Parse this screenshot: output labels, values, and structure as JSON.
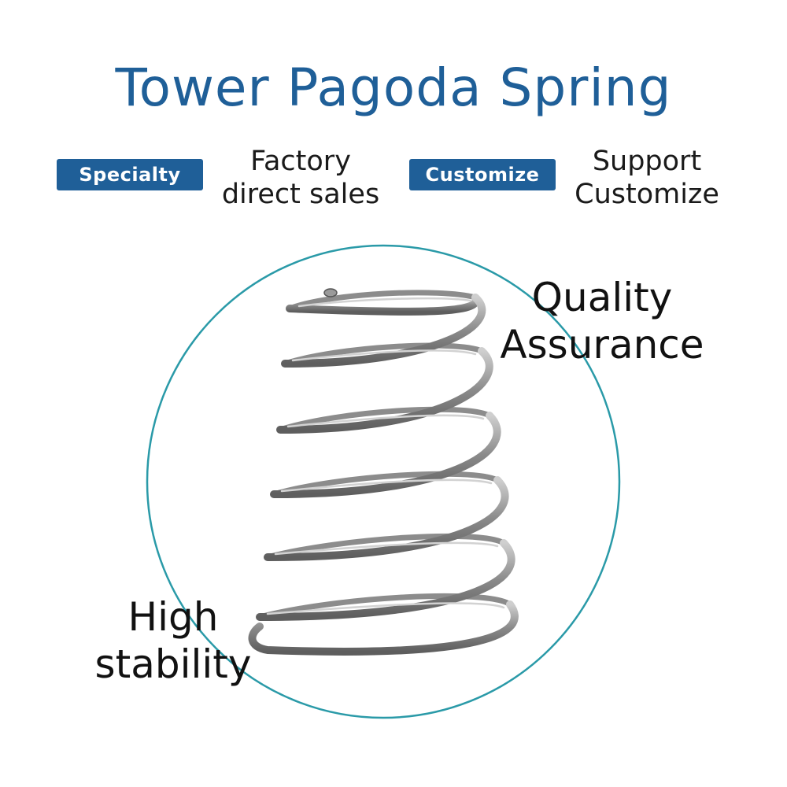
{
  "title": "Tower Pagoda Spring",
  "colors": {
    "brand_blue": "#1f5f98",
    "circle_stroke": "#2a9aa8",
    "spring_metal": "#8c8c8c",
    "spring_highlight": "#d2d2d2"
  },
  "badges": [
    {
      "label": "Specialty",
      "feature_lines": [
        "Factory",
        "direct sales"
      ]
    },
    {
      "label": "Customize",
      "feature_lines": [
        "Support",
        "Customize"
      ]
    }
  ],
  "callouts": {
    "quality_lines": [
      "Quality",
      "Assurance"
    ],
    "stability_lines": [
      "High",
      "stability"
    ]
  },
  "image": {
    "subject": "conical-spring-image"
  }
}
